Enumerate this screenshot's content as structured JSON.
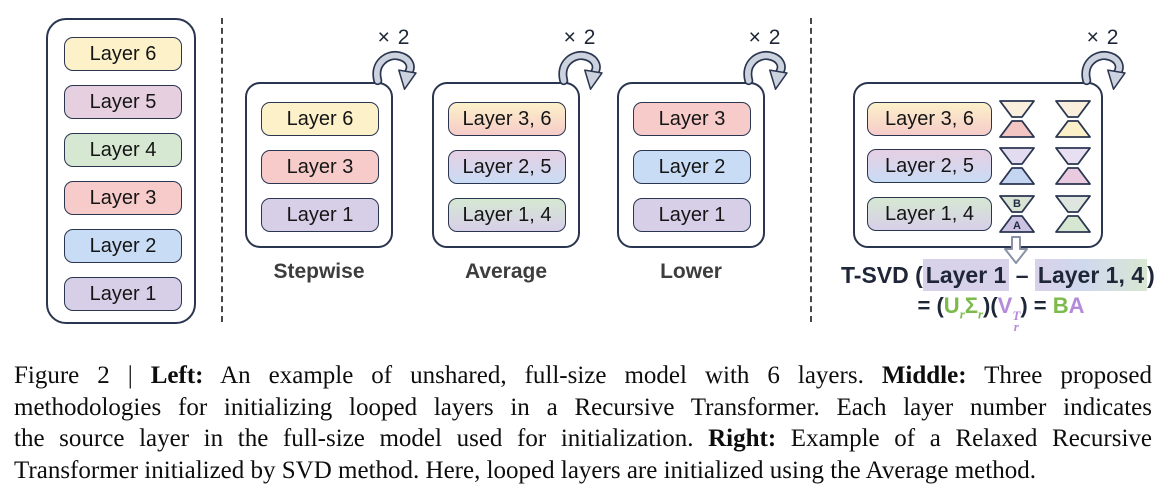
{
  "colors": {
    "border_navy": "#2A3550",
    "layer_yellow": "#FCF1C9",
    "layer_mauve": "#E6CFDF",
    "layer_green": "#D6E8D2",
    "layer_red": "#F6CBC9",
    "layer_blue": "#C9DCF5",
    "layer_purple": "#D7CFE8",
    "loop_arrow_gray": "#CDD3DE",
    "equation_green": "#7CBB4B",
    "equation_purple": "#B58BD9",
    "highlight_purple": "#D8D1EA",
    "highlight_green": "#D8E7D3"
  },
  "left_panel": {
    "layers": [
      "Layer 6",
      "Layer 5",
      "Layer 4",
      "Layer 3",
      "Layer 2",
      "Layer 1"
    ]
  },
  "panels": [
    {
      "title": "Stepwise",
      "loop_label": "× 2",
      "layers": [
        "Layer 6",
        "Layer 3",
        "Layer 1"
      ]
    },
    {
      "title": "Average",
      "loop_label": "× 2",
      "layers": [
        "Layer 3, 6",
        "Layer 2, 5",
        "Layer 1, 4"
      ]
    },
    {
      "title": "Lower",
      "loop_label": "× 2",
      "layers": [
        "Layer 3",
        "Layer 2",
        "Layer 1"
      ]
    }
  ],
  "right_panel": {
    "loop_label": "× 2",
    "rows": [
      {
        "label": "Layer 3, 6",
        "lora1_top": "#FAEEDC",
        "lora1_bottom": "#F3C6C4",
        "lora1_top_label": "",
        "lora1_bottom_label": "",
        "lora2_top": "#FAEEDC",
        "lora2_bottom": "#FBF0C7"
      },
      {
        "label": "Layer 2, 5",
        "lora1_top": "#E3DCF1",
        "lora1_bottom": "#C3D5F0",
        "lora1_top_label": "",
        "lora1_bottom_label": "",
        "lora2_top": "#E8DFF2",
        "lora2_bottom": "#EACADF"
      },
      {
        "label": "Layer 1, 4",
        "lora1_top": "#D9E4D4",
        "lora1_bottom": "#CCC3E3",
        "lora1_top_label": "B",
        "lora1_bottom_label": "A",
        "lora2_top": "#DFE6DF",
        "lora2_bottom": "#D5E7D0"
      }
    ],
    "tsvd": {
      "prefix": "T-SVD (",
      "hl1": "Layer 1",
      "dash": " – ",
      "hl2": "Layer 1, 4",
      "suffix": ")"
    },
    "equation": {
      "p1": "= (",
      "u": "U",
      "u_sub": "r",
      "sigma": "Σ",
      "sigma_sub": "r",
      "p2": ")(",
      "v": "V",
      "v_sup": "T",
      "v_sub": "r",
      "p3": ") = ",
      "b": "B",
      "a": "A"
    }
  },
  "caption": {
    "l1a": "Figure 2 | ",
    "l1b": "Left:",
    "l1c": " An example of unshared, full-size model with 6 layers. ",
    "l1d": "Middle:",
    "l1e": " Three proposed",
    "l2": "methodologies for initializing looped layers in a Recursive Transformer. Each layer number indicates",
    "l3a": "the source layer in the full-size model used for initialization. ",
    "l3b": "Right:",
    "l3c": " Example of a Relaxed Recursive",
    "l4": "Transformer initialized by SVD method. Here, looped layers are initialized using the Average method."
  }
}
